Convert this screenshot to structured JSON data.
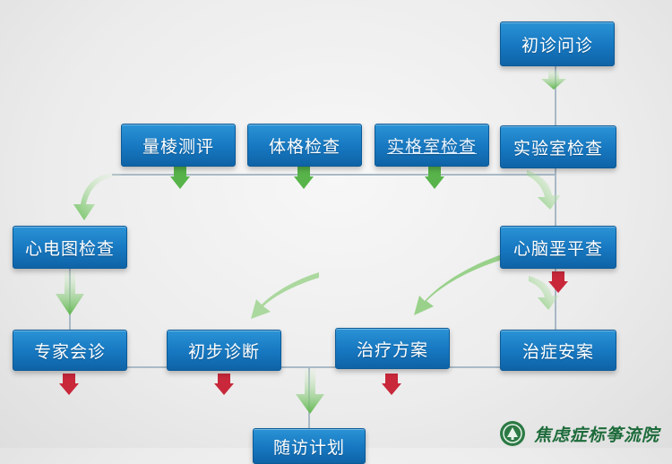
{
  "diagram": {
    "nodes": {
      "chuzhen_wenzhen": "初诊问诊",
      "liangbiao_ceping": "量棱测评",
      "tige_jiancha": "体格检查",
      "shigeshi_jiancha": "实格室检查",
      "shiyanshi_jiancha": "实验室检查",
      "xindiantu_jiancha": "心电图检查",
      "xinnao_pingcha": "心脑垩平查",
      "zhuanjia_huizhen": "专家会诊",
      "chubu_zhenduan": "初步诊断",
      "zhiliao_fangan": "治疗方案",
      "zhizheng_anan": "治症安案",
      "suifang_jihua": "随访计划"
    }
  },
  "logo": {
    "text": "焦虑症标筝流院"
  },
  "colors": {
    "node_blue": "#1677c0",
    "arrow_green": "#6cc05c",
    "marker_red": "#c8283a",
    "logo_green": "#1d6b3a"
  }
}
